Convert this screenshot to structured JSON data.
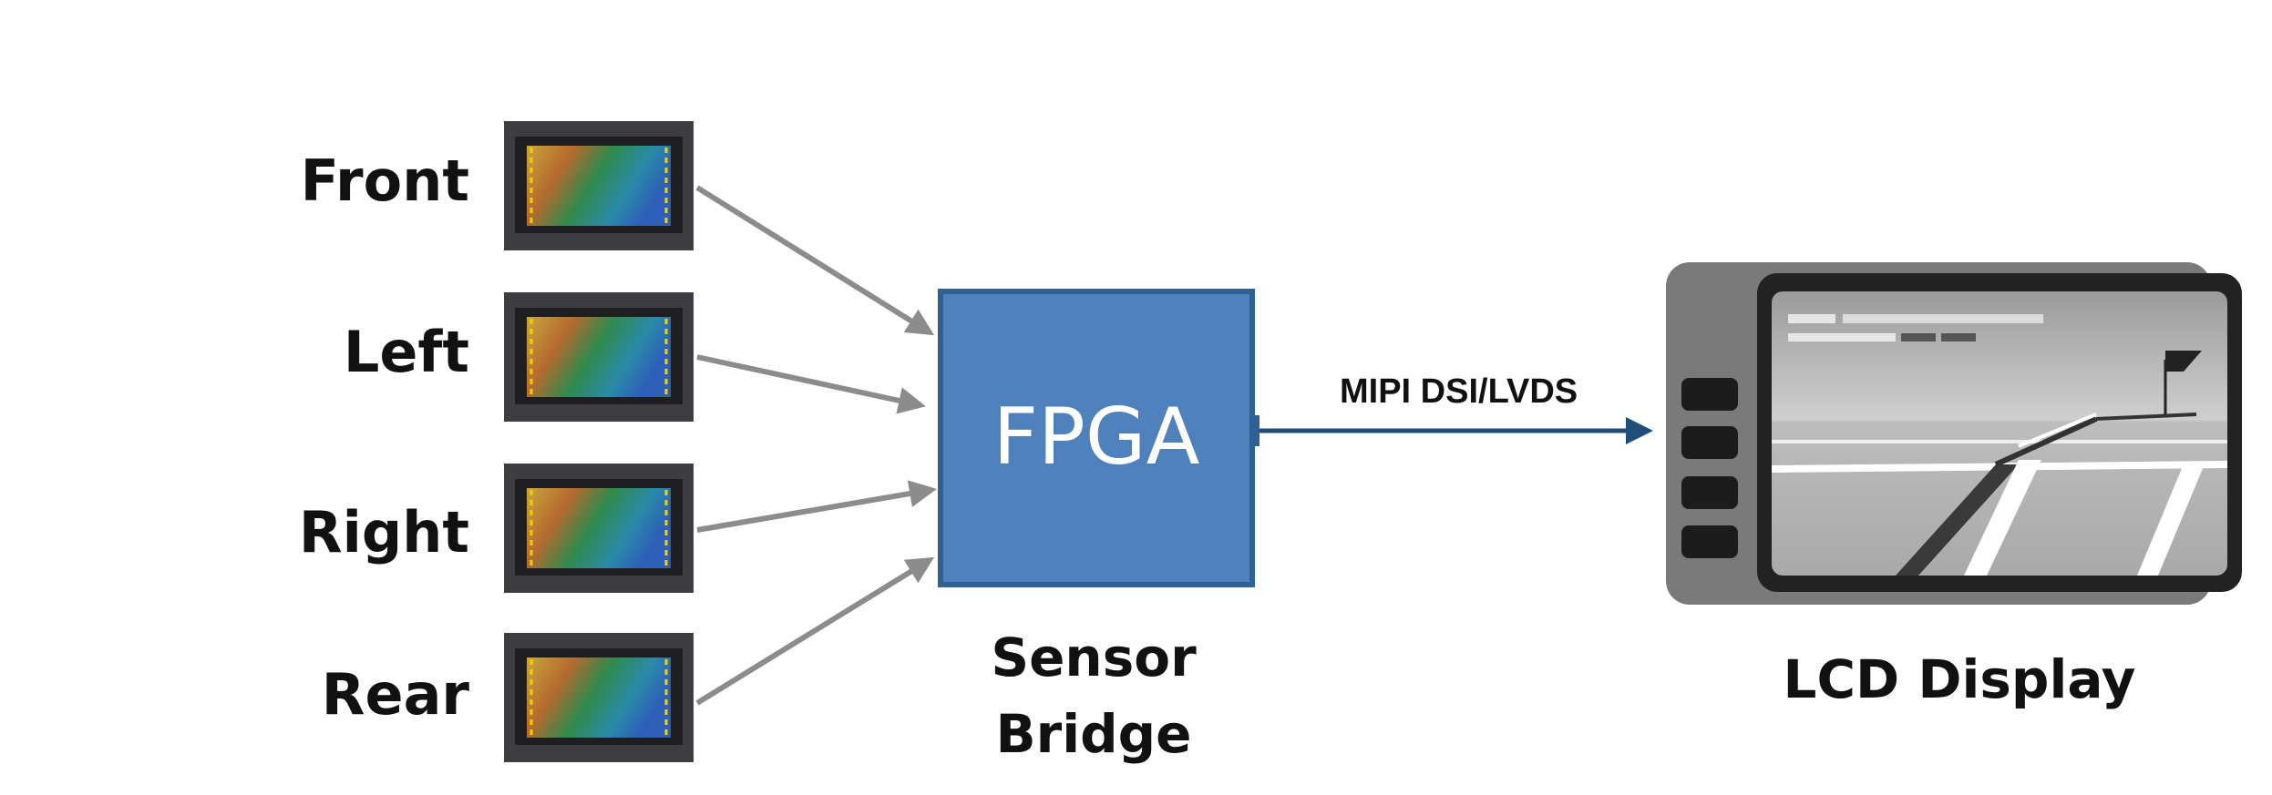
{
  "cameras": [
    {
      "label": "Front"
    },
    {
      "label": "Left"
    },
    {
      "label": "Right"
    },
    {
      "label": "Rear"
    }
  ],
  "bridge": {
    "chip_label": "FPGA",
    "caption_line1": "Sensor",
    "caption_line2": "Bridge"
  },
  "link": {
    "label": "MIPI DSI/LVDS"
  },
  "display": {
    "caption": "LCD Display"
  },
  "colors": {
    "fpga_fill": "#4f81bd",
    "fpga_border": "#2f5f95",
    "link_arrow": "#1f4e79",
    "input_arrows": "#8c8c8c"
  }
}
